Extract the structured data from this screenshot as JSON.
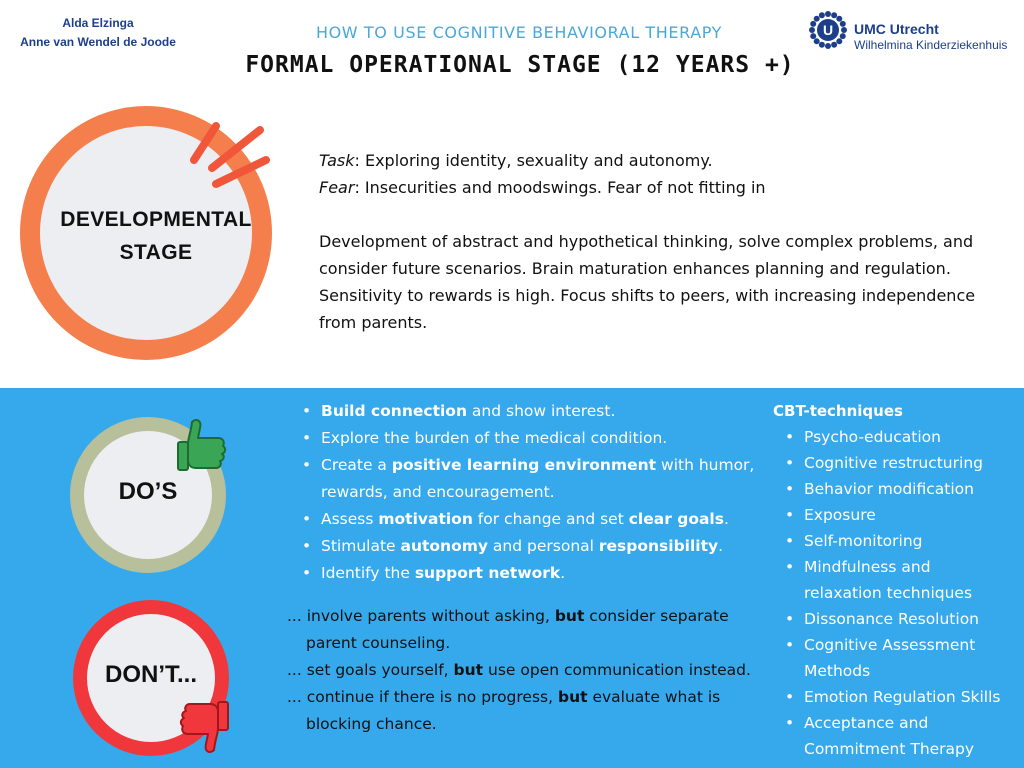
{
  "header": {
    "authors": [
      "Alda Elzinga",
      "Anne van Wendel de Joode"
    ],
    "subtitle": "HOW TO USE COGNITIVE BEHAVIORAL THERAPY",
    "title": "FORMAL OPERATIONAL STAGE (12 YEARS +)",
    "logo": {
      "name": "UMC Utrecht",
      "sub": "Wilhelmina Kinderziekenhuis",
      "mark_letter": "U",
      "color": "#1d3f8a"
    }
  },
  "developmental": {
    "label_line1": "DEVELOPMENTAL",
    "label_line2": "STAGE",
    "task_label": "Task",
    "task_text": ": Exploring identity, sexuality and autonomy.",
    "fear_label": "Fear",
    "fear_text": ": Insecurities and moodswings. Fear of not fitting in",
    "description": "Development of abstract and hypothetical thinking, solve complex problems, and consider future scenarios. Brain maturation enhances planning and regulation. Sensitivity to rewards is high. Focus shifts to peers, with increasing independence from parents.",
    "ring_color": "#f47f4d"
  },
  "dos": {
    "label": "DO’S",
    "ring_color": "#b7c09a",
    "icon": "thumbs-up-icon",
    "items": [
      [
        {
          "t": "Build connection",
          "b": true
        },
        {
          "t": " and show interest."
        }
      ],
      [
        {
          "t": "Explore the burden of the medical condition."
        }
      ],
      [
        {
          "t": "Create a "
        },
        {
          "t": "positive learning environment",
          "b": true
        },
        {
          "t": " with humor, rewards, and encouragement."
        }
      ],
      [
        {
          "t": "Assess "
        },
        {
          "t": "motivation",
          "b": true
        },
        {
          "t": " for change and set "
        },
        {
          "t": "clear goals",
          "b": true
        },
        {
          "t": "."
        }
      ],
      [
        {
          "t": "Stimulate "
        },
        {
          "t": "autonomy",
          "b": true
        },
        {
          "t": " and personal "
        },
        {
          "t": "responsibility",
          "b": true
        },
        {
          "t": "."
        }
      ],
      [
        {
          "t": "Identify the "
        },
        {
          "t": "support network",
          "b": true
        },
        {
          "t": "."
        }
      ]
    ]
  },
  "donts": {
    "label": "DON’T...",
    "ring_color": "#f0383c",
    "icon": "thumbs-down-icon",
    "items": [
      [
        {
          "t": "... involve parents without asking, "
        },
        {
          "t": "but",
          "b": true
        },
        {
          "t": " consider separate parent counseling."
        }
      ],
      [
        {
          "t": "... set goals yourself, "
        },
        {
          "t": "but",
          "b": true
        },
        {
          "t": " use open communication instead."
        }
      ],
      [
        {
          "t": "... continue if there is no progress, "
        },
        {
          "t": "but",
          "b": true
        },
        {
          "t": " evaluate what is blocking chance."
        }
      ]
    ]
  },
  "cbt": {
    "title": "CBT-techniques",
    "items": [
      "Psycho-education",
      "Cognitive restructuring",
      "Behavior modification",
      "Exposure",
      "Self-monitoring",
      "Mindfulness and relaxation techniques",
      "Dissonance Resolution",
      "Cognitive Assessment Methods",
      "Emotion Regulation Skills",
      "Acceptance and Commitment Therapy"
    ]
  },
  "colors": {
    "band": "#36a9ec",
    "subtitle": "#4aa8d8",
    "thumb_up": "#3aa655",
    "thumb_down": "#f0383c"
  }
}
